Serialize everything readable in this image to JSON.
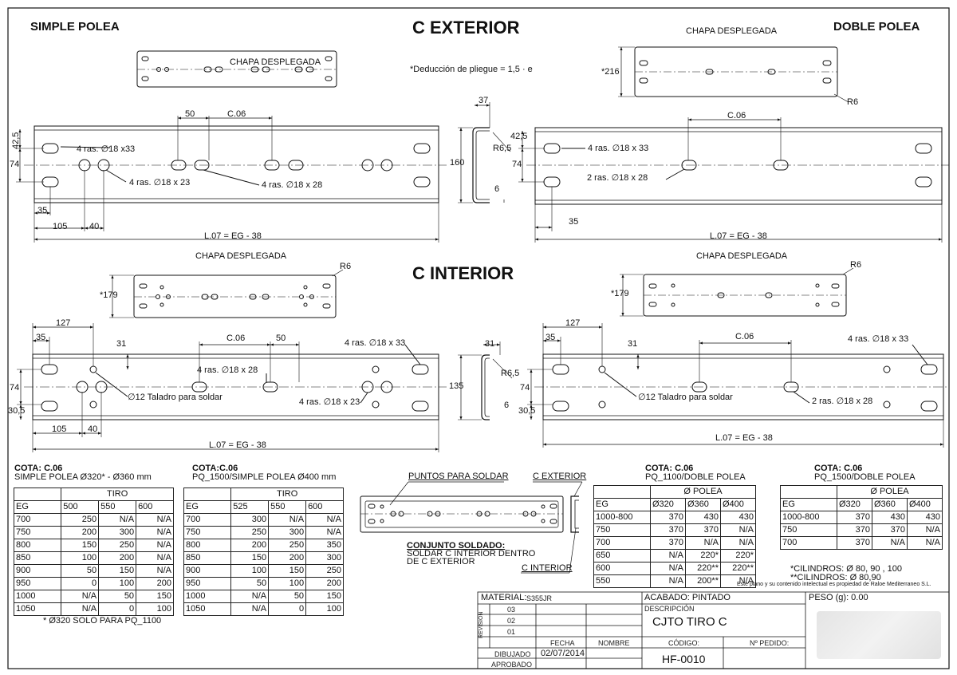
{
  "titles": {
    "c_exterior": "C EXTERIOR",
    "c_interior": "C INTERIOR",
    "simple_polea": "SIMPLE POLEA",
    "doble_polea": "DOBLE POLEA",
    "chapa": "CHAPA DESPLEGADA",
    "deduccion": "*Deducción de pliegue = 1,5 · e"
  },
  "dims": {
    "d50": "50",
    "c06": "C.06",
    "d42_5": "42,5",
    "d74": "74",
    "d35": "35",
    "d105": "105",
    "d40": "40",
    "l07": "L.07 = EG - 38",
    "d37": "37",
    "d160": "160",
    "r6_5": "R6,5",
    "d6": "6",
    "d216": "*216",
    "r6": "R6",
    "d179": "*179",
    "d127": "127",
    "d31": "31",
    "d30_5": "30,5",
    "d135": "135",
    "ras18x33": "4 ras.  ∅18 x33",
    "ras18x23": "4 ras.  ∅18 x 23",
    "ras18x28": "4 ras.  ∅18 x 28",
    "ras18x33b": "4 ras.  ∅18 x 33",
    "ras2_18x28": "2 ras.  ∅18 x 28",
    "ras4_18x28": "4 ras.  ∅18 x 28",
    "ras4_18x33": "4 ras.  ∅18 x 33",
    "ras4_18x23": "4 ras.  ∅18 x 23",
    "taladro": "∅12 Taladro para soldar",
    "ras2_18x28b": "2 ras.  ∅18 x  28",
    "ras4_18x33c": "4 ras.  ∅18 x  33"
  },
  "tables": {
    "t1": {
      "title1": "COTA: C.06",
      "title2": "SIMPLE POLEA Ø320* - Ø360 mm",
      "group": "TIRO",
      "headers": [
        "EG",
        "500",
        "550",
        "600"
      ],
      "rows": [
        [
          "700",
          "250",
          "N/A",
          "N/A"
        ],
        [
          "750",
          "200",
          "300",
          "N/A"
        ],
        [
          "800",
          "150",
          "250",
          "N/A"
        ],
        [
          "850",
          "100",
          "200",
          "N/A"
        ],
        [
          "900",
          "50",
          "150",
          "N/A"
        ],
        [
          "950",
          "0",
          "100",
          "200"
        ],
        [
          "1000",
          "N/A",
          "50",
          "150"
        ],
        [
          "1050",
          "N/A",
          "0",
          "100"
        ]
      ],
      "note": "* Ø320 SOLO PARA PQ_1100"
    },
    "t2": {
      "title1": "COTA:C.06",
      "title2": "PQ_1500/SIMPLE POLEA Ø400 mm",
      "group": "TIRO",
      "headers": [
        "EG",
        "525",
        "550",
        "600"
      ],
      "rows": [
        [
          "700",
          "300",
          "N/A",
          "N/A"
        ],
        [
          "750",
          "250",
          "300",
          "N/A"
        ],
        [
          "800",
          "200",
          "250",
          "350"
        ],
        [
          "850",
          "150",
          "200",
          "300"
        ],
        [
          "900",
          "100",
          "150",
          "250"
        ],
        [
          "950",
          "50",
          "100",
          "200"
        ],
        [
          "1000",
          "N/A",
          "50",
          "150"
        ],
        [
          "1050",
          "N/A",
          "0",
          "100"
        ]
      ]
    },
    "t3": {
      "title1": "COTA: C.06",
      "title2": "PQ_1100/DOBLE POLEA",
      "group": "Ø POLEA",
      "headers": [
        "EG",
        "Ø320",
        "Ø360",
        "Ø400"
      ],
      "rows": [
        [
          "1000-800",
          "370",
          "430",
          "430"
        ],
        [
          "750",
          "370",
          "370",
          "N/A"
        ],
        [
          "700",
          "370",
          "N/A",
          "N/A"
        ],
        [
          "650",
          "N/A",
          "220*",
          "220*"
        ],
        [
          "600",
          "N/A",
          "220**",
          "220**"
        ],
        [
          "550",
          "N/A",
          "200**",
          "N/A"
        ]
      ]
    },
    "t4": {
      "title1": "COTA: C.06",
      "title2": "PQ_1500/DOBLE POLEA",
      "group": "Ø POLEA",
      "headers": [
        "EG",
        "Ø320",
        "Ø360",
        "Ø400"
      ],
      "rows": [
        [
          "1000-800",
          "370",
          "430",
          "430"
        ],
        [
          "750",
          "370",
          "370",
          "N/A"
        ],
        [
          "700",
          "370",
          "N/A",
          "N/A"
        ]
      ],
      "cil1": "*CILINDROS: Ø 80, 90 , 100",
      "cil2": "**CILINDROS: Ø 80,90"
    }
  },
  "assembly": {
    "puntos": "PUNTOS PARA SOLDAR",
    "c_exterior": "C EXTERIOR",
    "c_interior": "C INTERIOR",
    "conjunto": "CONJUNTO SOLDADO:",
    "line1": "SOLDAR C INTERIOR DENTRO",
    "line2": "DE C EXTERIOR"
  },
  "legal": "Este plano y su contenido intelectual es propiedad de Raloe Mediterraneo S.L.",
  "title_block": {
    "material_label": "MATERIAL:",
    "material": "S355JR",
    "acabado": "ACABADO: PINTADO",
    "peso": "PESO (g):  0.00",
    "revision": "REVISIÓN",
    "rev03": "03",
    "rev02": "02",
    "rev01": "01",
    "descripcion_label": "DESCRIPCIÓN",
    "descripcion": "CJTO TIRO C",
    "fecha": "FECHA",
    "nombre": "NOMBRE",
    "codigo_label": "CÓDIGO:",
    "pedido_label": "Nº PEDIDO:",
    "dibujado": "DIBUJADO",
    "fecha_val": "02/07/2014",
    "aprobado": "APROBADO",
    "codigo": "HF-0010"
  }
}
